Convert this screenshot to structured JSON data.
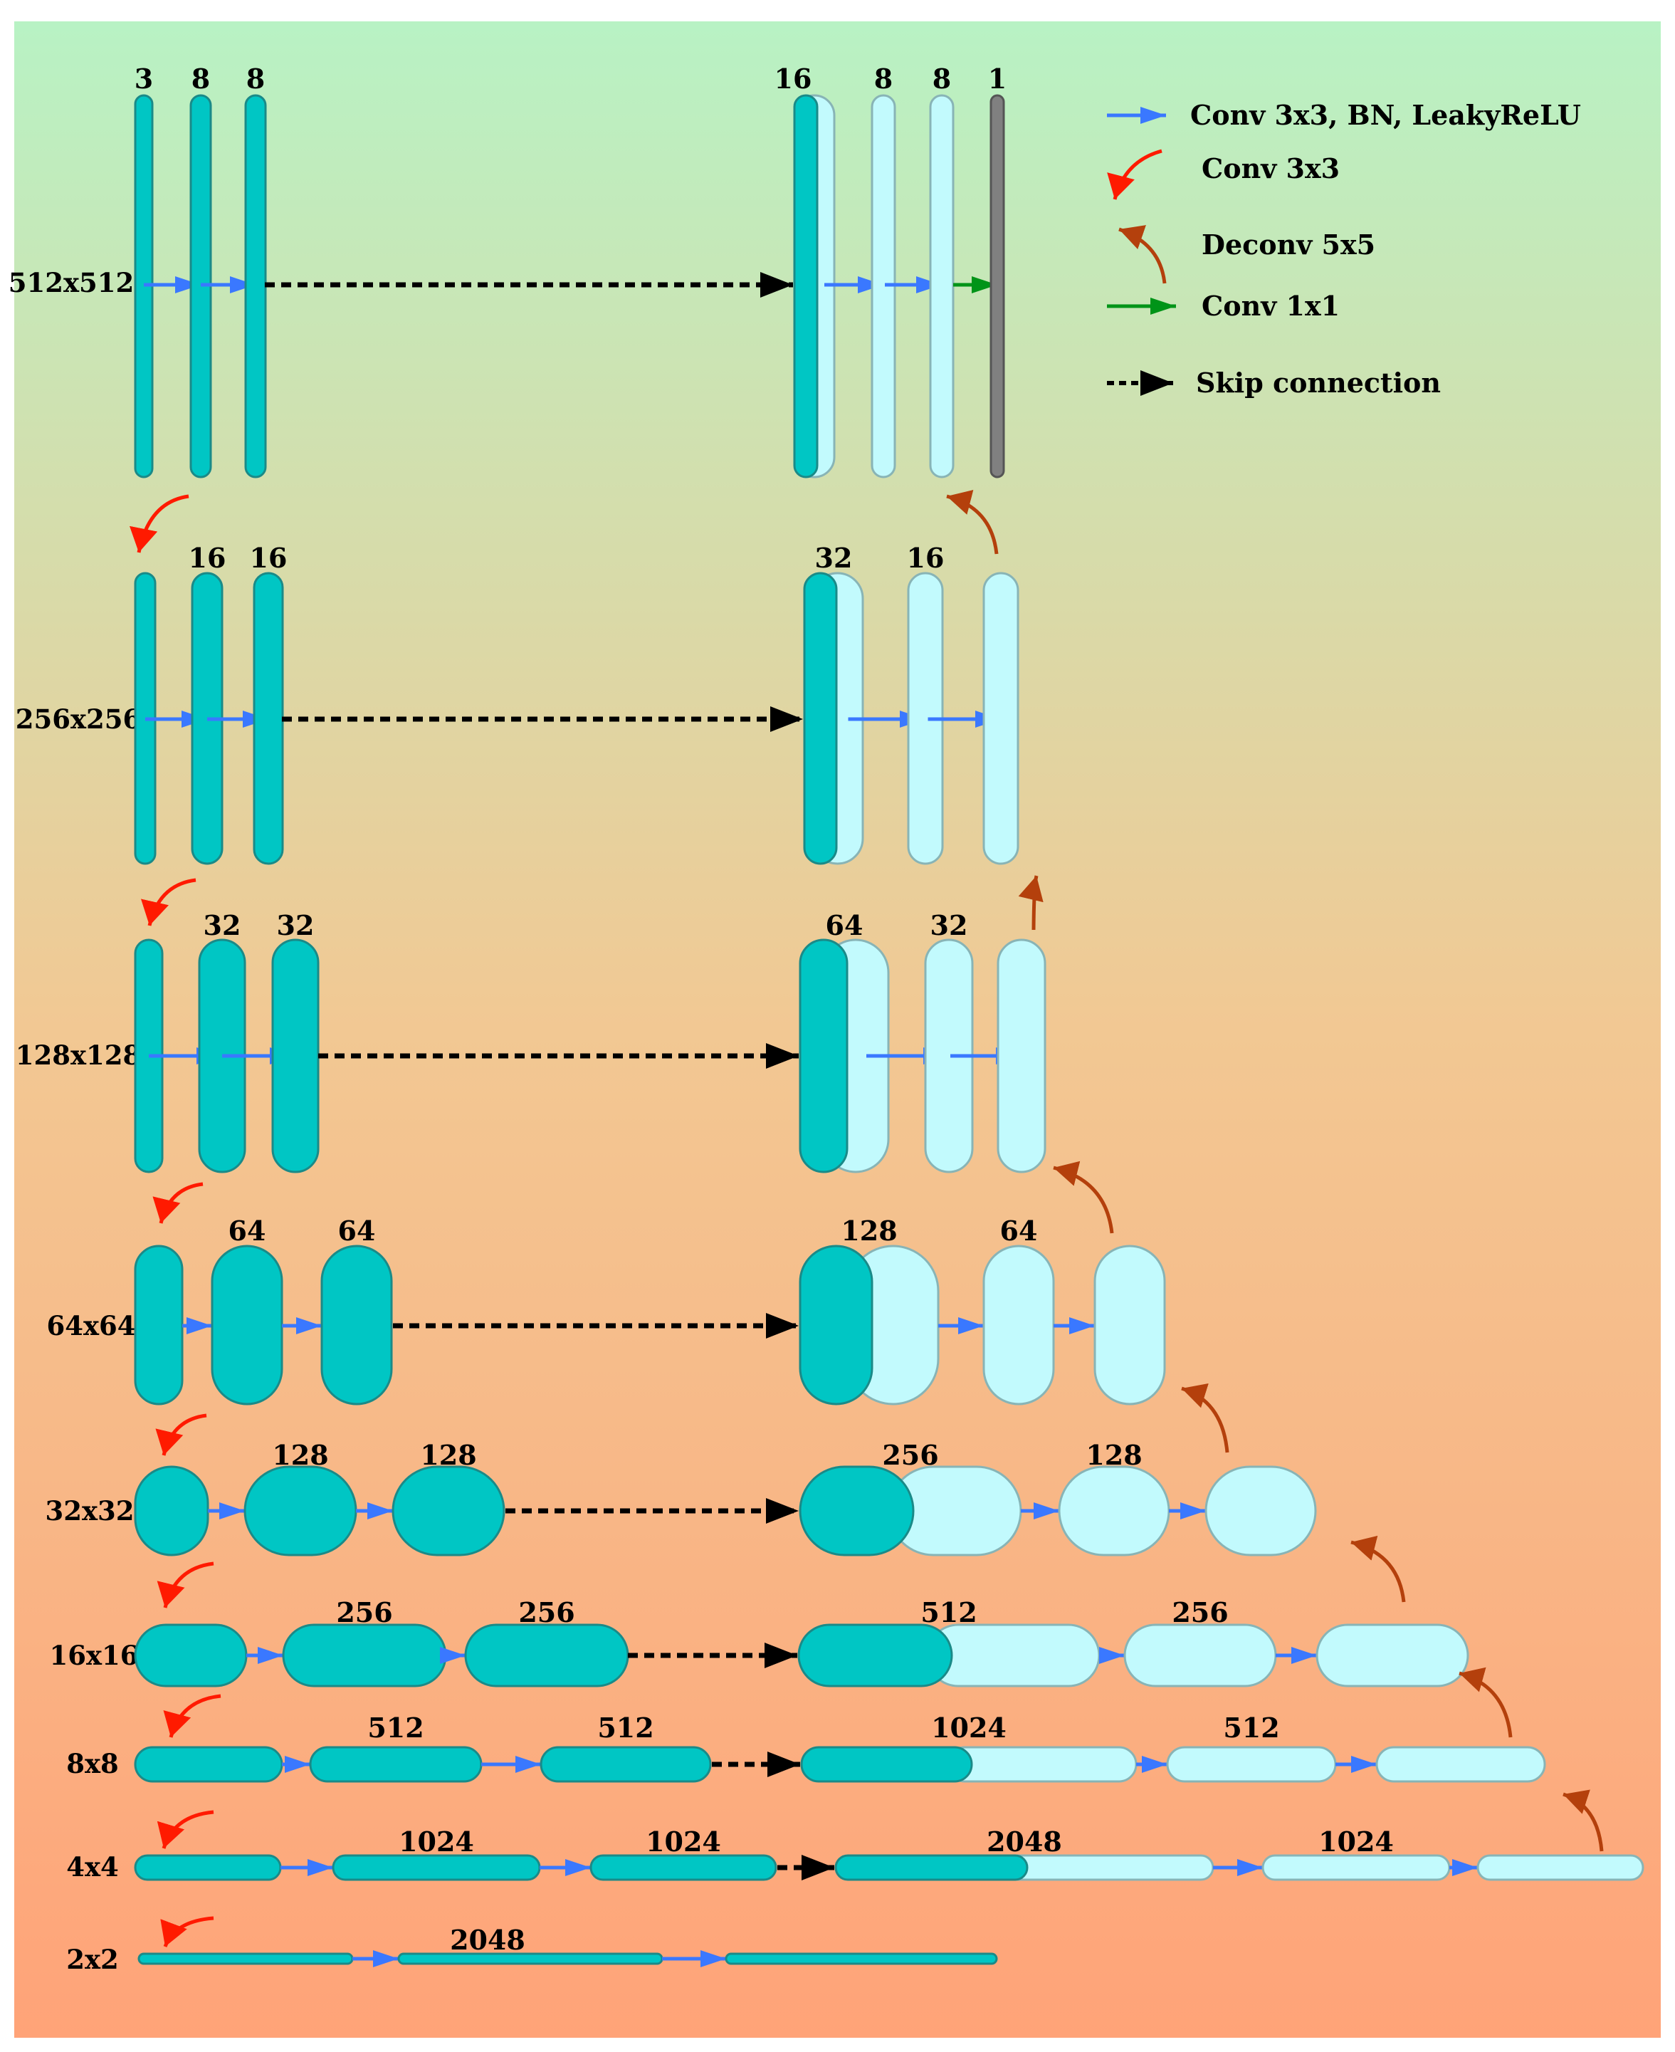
{
  "colors": {
    "bg_top": "#b8f2c4",
    "bg_mid": "#f2c893",
    "bg_bottom": "#ffa378",
    "encoder_fill": "#00c6c4",
    "encoder_stroke": "#1a8a88",
    "decoder_fill": "#c2fafd",
    "decoder_stroke": "#88b4b6",
    "output_fill": "#808080",
    "conv_bn_arrow": "#3a78ff",
    "conv3_arrow": "#ff1a00",
    "deconv_arrow": "#b4400c",
    "conv1_arrow": "#009418",
    "skip_arrow": "#000000"
  },
  "legend": [
    {
      "kind": "conv_bn",
      "label": "Conv 3x3, BN, LeakyReLU"
    },
    {
      "kind": "conv3",
      "label": "Conv 3x3"
    },
    {
      "kind": "deconv",
      "label": "Deconv 5x5"
    },
    {
      "kind": "conv1",
      "label": "Conv 1x1"
    },
    {
      "kind": "skip",
      "label": "Skip connection"
    }
  ],
  "levels": [
    {
      "resolution": "512x512",
      "encoder": [
        {
          "label": "3"
        },
        {
          "label": "8"
        },
        {
          "label": "8"
        }
      ],
      "concat_label": "16",
      "decoder": [
        {
          "label": "8"
        },
        {
          "label": "8"
        }
      ],
      "output": {
        "label": "1"
      }
    },
    {
      "resolution": "256x256",
      "encoder": [
        {
          "label": ""
        },
        {
          "label": "16"
        },
        {
          "label": "16"
        }
      ],
      "concat_label": "32",
      "decoder": [
        {
          "label": "16"
        },
        {
          "label": ""
        }
      ]
    },
    {
      "resolution": "128x128",
      "encoder": [
        {
          "label": ""
        },
        {
          "label": "32"
        },
        {
          "label": "32"
        }
      ],
      "concat_label": "64",
      "decoder": [
        {
          "label": "32"
        },
        {
          "label": ""
        }
      ]
    },
    {
      "resolution": "64x64",
      "encoder": [
        {
          "label": ""
        },
        {
          "label": "64"
        },
        {
          "label": "64"
        }
      ],
      "concat_label": "128",
      "decoder": [
        {
          "label": "64"
        },
        {
          "label": ""
        }
      ]
    },
    {
      "resolution": "32x32",
      "encoder": [
        {
          "label": ""
        },
        {
          "label": "128"
        },
        {
          "label": "128"
        }
      ],
      "concat_label": "256",
      "decoder": [
        {
          "label": "128"
        },
        {
          "label": ""
        }
      ]
    },
    {
      "resolution": "16x16",
      "encoder": [
        {
          "label": ""
        },
        {
          "label": "256"
        },
        {
          "label": "256"
        }
      ],
      "concat_label": "512",
      "decoder": [
        {
          "label": "256"
        },
        {
          "label": ""
        }
      ]
    },
    {
      "resolution": "8x8",
      "encoder": [
        {
          "label": ""
        },
        {
          "label": "512"
        },
        {
          "label": "512"
        }
      ],
      "concat_label": "1024",
      "decoder": [
        {
          "label": "512"
        },
        {
          "label": ""
        }
      ]
    },
    {
      "resolution": "4x4",
      "encoder": [
        {
          "label": ""
        },
        {
          "label": "1024"
        },
        {
          "label": "1024"
        }
      ],
      "concat_label": "2048",
      "decoder": [
        {
          "label": "1024"
        },
        {
          "label": ""
        }
      ]
    },
    {
      "resolution": "2x2",
      "bottleneck": [
        {
          "label": ""
        },
        {
          "label": "2048"
        },
        {
          "label": ""
        }
      ]
    }
  ]
}
